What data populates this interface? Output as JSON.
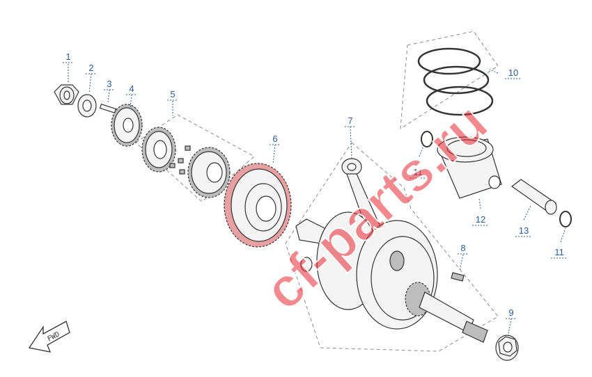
{
  "diagram": {
    "watermark": "cf-parts.ru",
    "fwd_label": "FWD",
    "callouts": [
      "1",
      "2",
      "3",
      "4",
      "5",
      "6",
      "7",
      "8",
      "9",
      "10",
      "11",
      "12",
      "13",
      "11"
    ]
  },
  "colors": {
    "callout": "#2a5d9f",
    "watermark": "#e82832",
    "highlight_gear": "#e8a0a0"
  }
}
